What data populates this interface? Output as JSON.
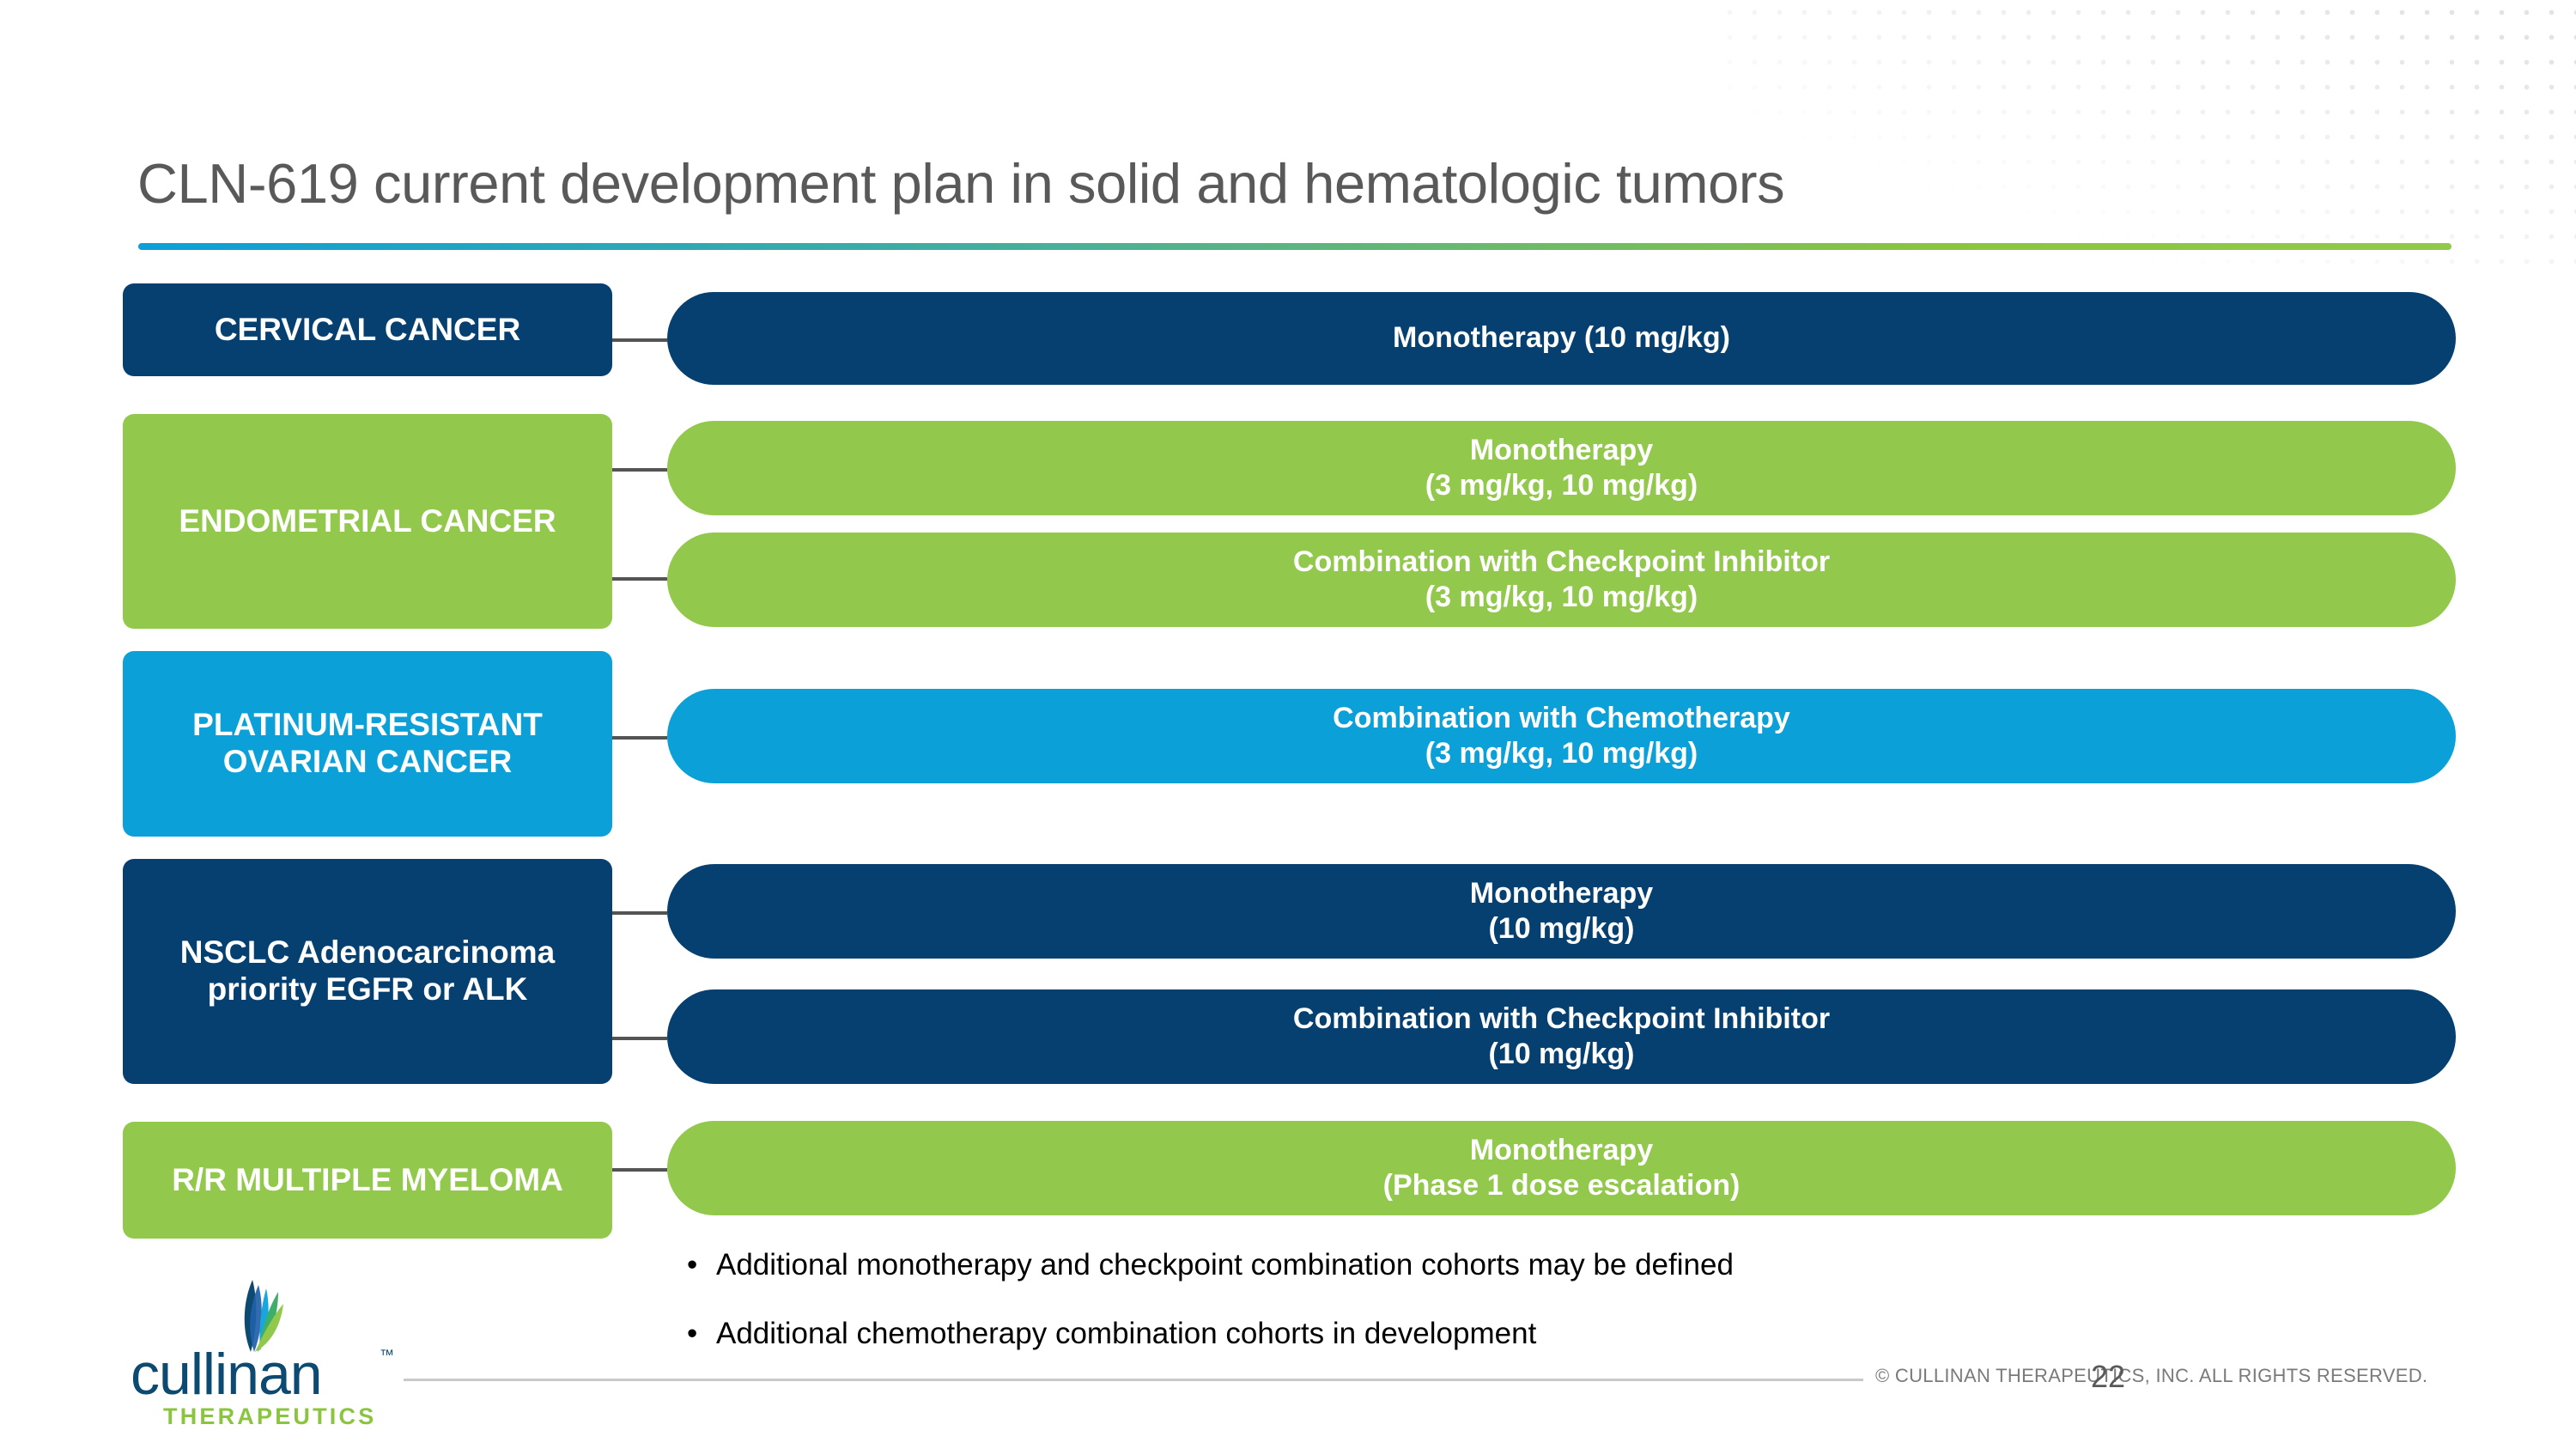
{
  "slide": {
    "title": "CLN-619 current development plan in solid and hematologic tumors",
    "page_number": "22",
    "copyright": "© CULLINAN THERAPEUTICS, INC. ALL RIGHTS RESERVED."
  },
  "colors": {
    "navy": "#064070",
    "green": "#92C84B",
    "light_blue": "#0CA0D8",
    "title_gray": "#595959",
    "connector_gray": "#545454",
    "rule_gradient_start": "#0C9FD8",
    "rule_gradient_end": "#92C84B"
  },
  "indications": [
    {
      "label": "CERVICAL CANCER",
      "color_key": "navy",
      "arms": [
        {
          "line1": "Monotherapy (10 mg/kg)",
          "line2": "",
          "color_key": "navy"
        }
      ]
    },
    {
      "label": "ENDOMETRIAL CANCER",
      "color_key": "green",
      "arms": [
        {
          "line1": "Monotherapy",
          "line2": "(3 mg/kg, 10 mg/kg)",
          "color_key": "green"
        },
        {
          "line1": "Combination with Checkpoint Inhibitor",
          "line2": "(3 mg/kg, 10 mg/kg)",
          "color_key": "green"
        }
      ]
    },
    {
      "label": "PLATINUM-RESISTANT OVARIAN CANCER",
      "color_key": "light_blue",
      "arms": [
        {
          "line1": "Combination with Chemotherapy",
          "line2": "(3 mg/kg, 10 mg/kg)",
          "color_key": "light_blue"
        }
      ]
    },
    {
      "label": "NSCLC Adenocarcinoma priority EGFR or ALK",
      "color_key": "navy",
      "arms": [
        {
          "line1": "Monotherapy",
          "line2": "(10 mg/kg)",
          "color_key": "navy"
        },
        {
          "line1": "Combination with Checkpoint Inhibitor",
          "line2": "(10 mg/kg)",
          "color_key": "navy"
        }
      ]
    },
    {
      "label": "R/R MULTIPLE MYELOMA",
      "color_key": "green",
      "arms": [
        {
          "line1": "Monotherapy",
          "line2": "(Phase 1 dose escalation)",
          "color_key": "green"
        }
      ]
    }
  ],
  "bullets": [
    {
      "marker": "•",
      "text": "Additional monotherapy and checkpoint combination cohorts may be defined"
    },
    {
      "marker": "•",
      "text": "Additional chemotherapy combination cohorts in development"
    }
  ],
  "logo": {
    "wordmark": "cullinan",
    "trademark": "™",
    "tagline": "THERAPEUTICS"
  }
}
